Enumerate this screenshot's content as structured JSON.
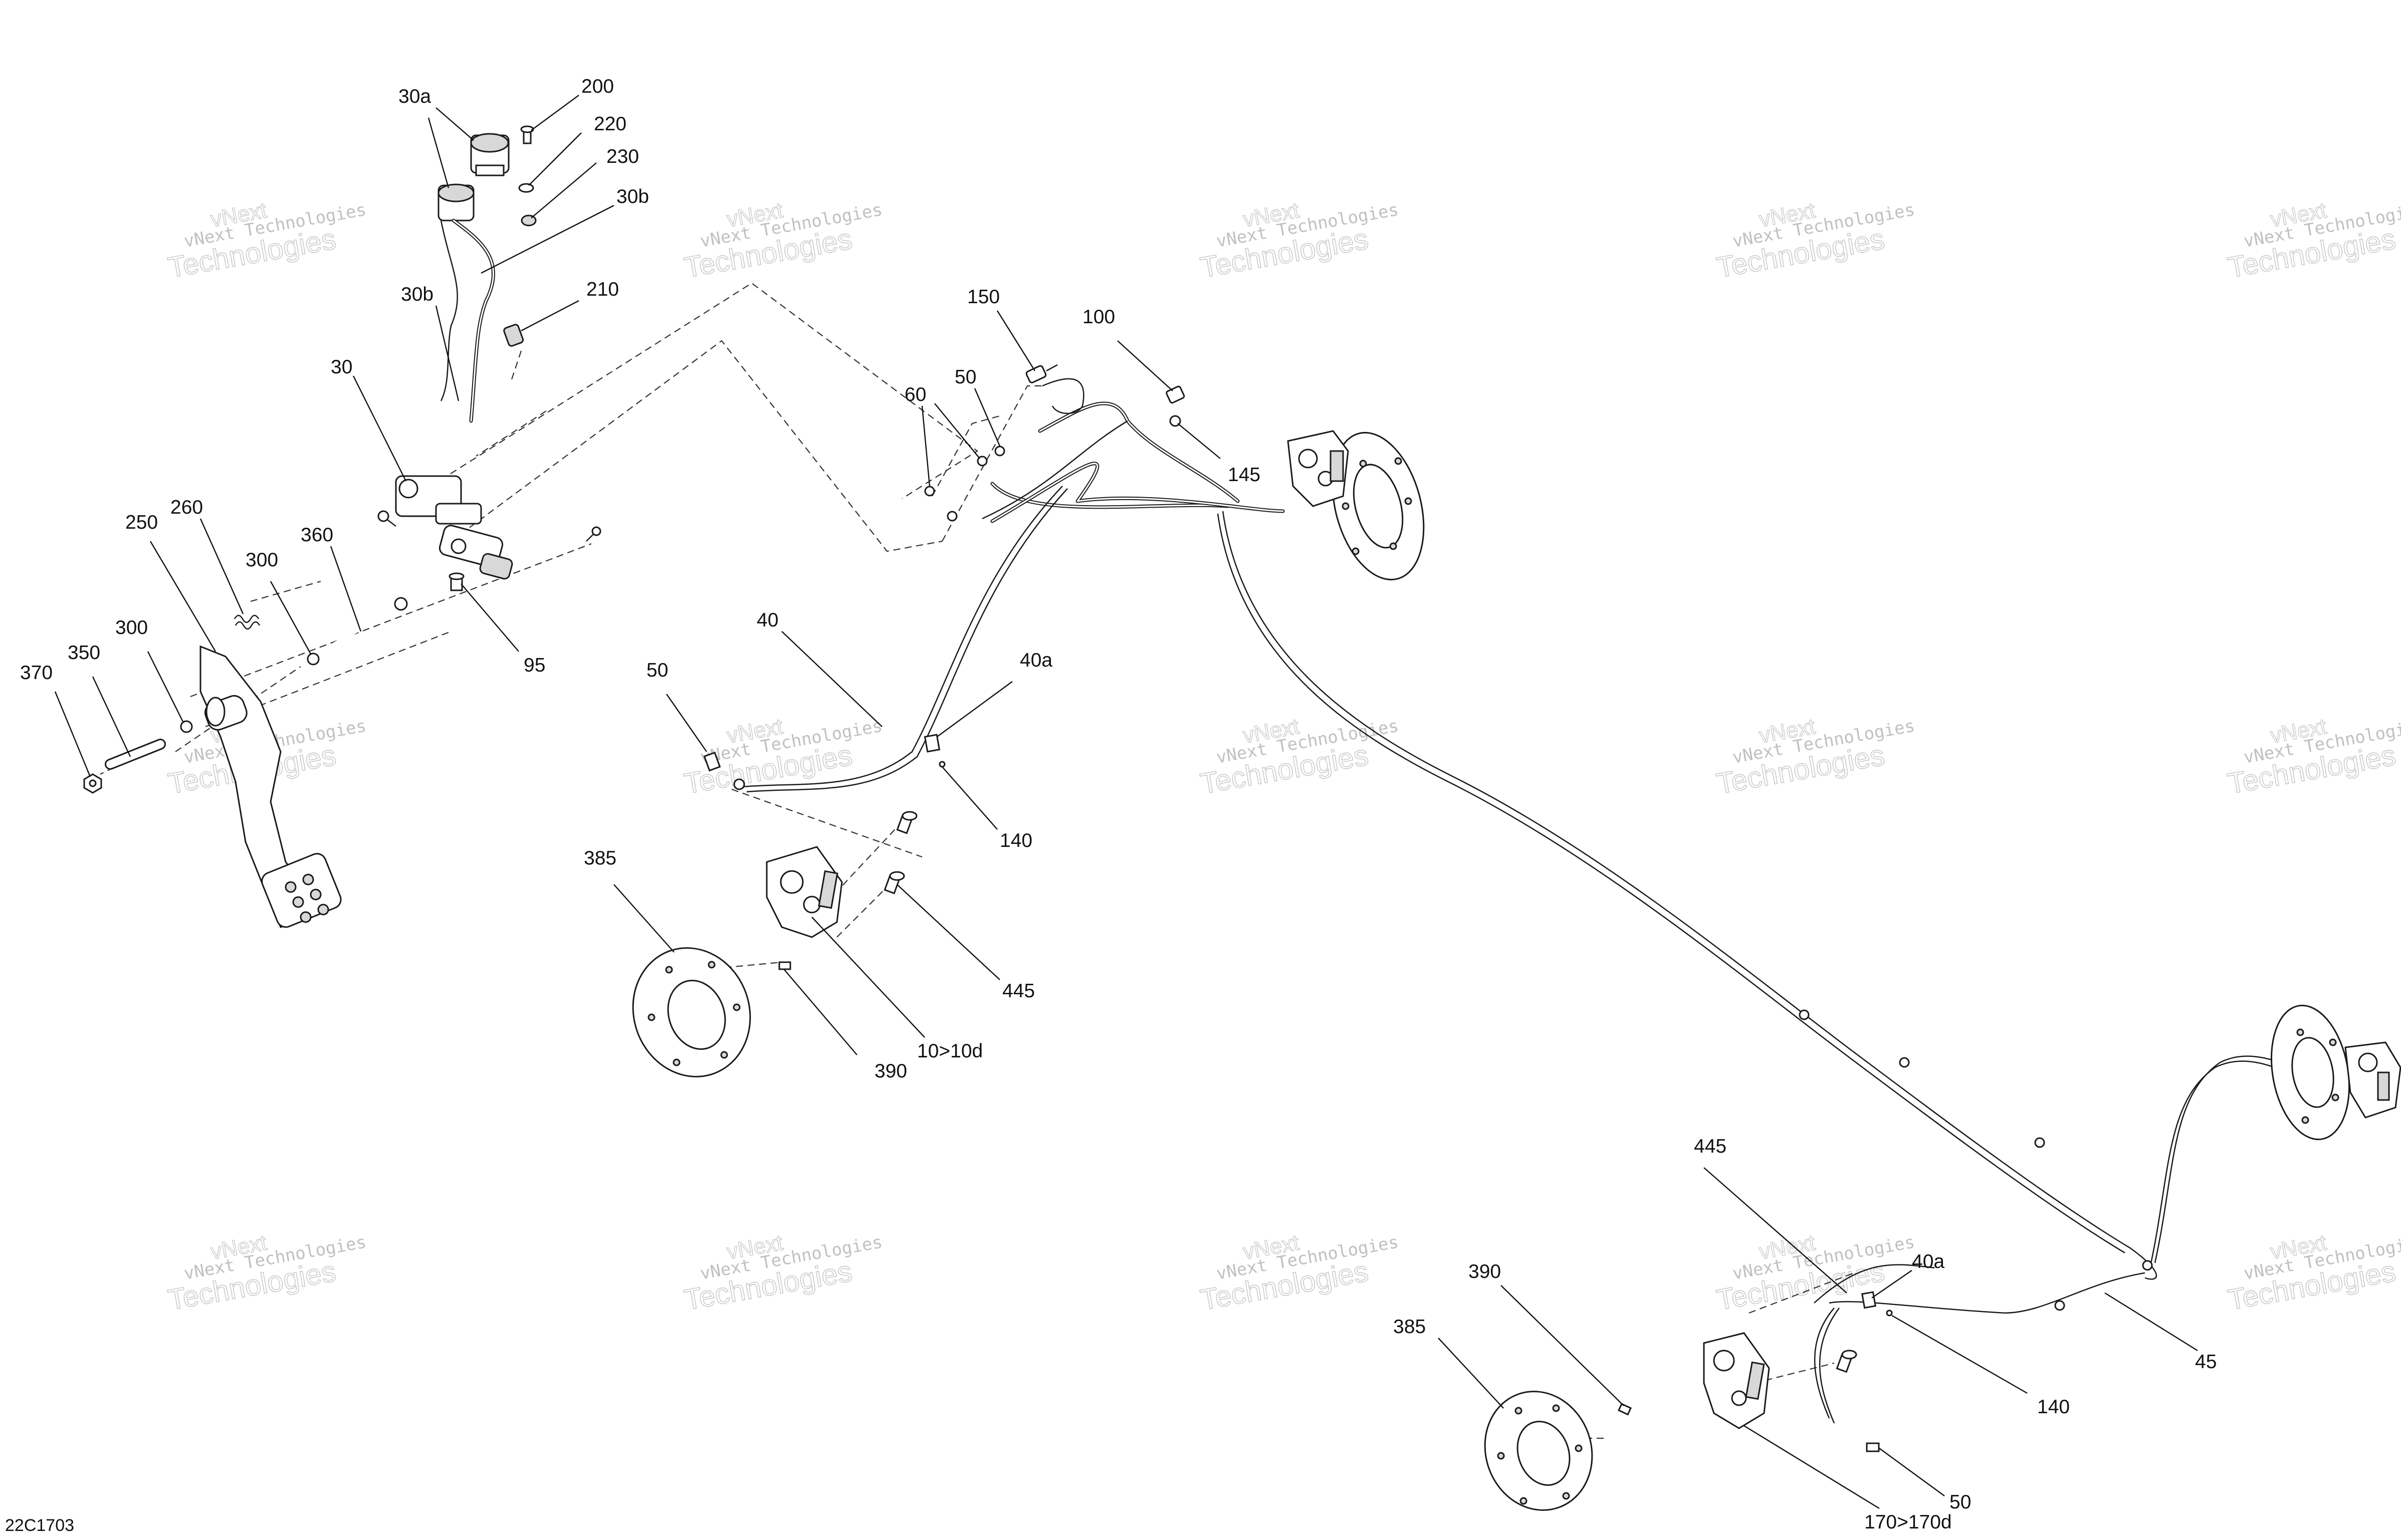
{
  "figure_code": "22C1703",
  "watermark": {
    "line1": "vNext Technologies",
    "line2": "Technologies",
    "line3": "vNext"
  },
  "callouts": {
    "c30a": "30a",
    "c200": "200",
    "c220": "220",
    "c230": "230",
    "c30b_top": "30b",
    "c210": "210",
    "c30b_left": "30b",
    "c30": "30",
    "c260": "260",
    "c250": "250",
    "c360": "360",
    "c300_a": "300",
    "c300_b": "300",
    "c95": "95",
    "c370": "370",
    "c350": "350",
    "c150": "150",
    "c100": "100",
    "c60": "60",
    "c50_top": "50",
    "c145": "145",
    "c40": "40",
    "c40a_top": "40a",
    "c50_left": "50",
    "c140_top": "140",
    "c385_left": "385",
    "c445_top": "445",
    "c10": "10>10d",
    "c390_left": "390",
    "c445_bottom": "445",
    "c40a_bottom": "40a",
    "c390_right": "390",
    "c385_right": "385",
    "c45": "45",
    "c140_bottom": "140",
    "c50_bottom": "50",
    "c170": "170>170d"
  }
}
